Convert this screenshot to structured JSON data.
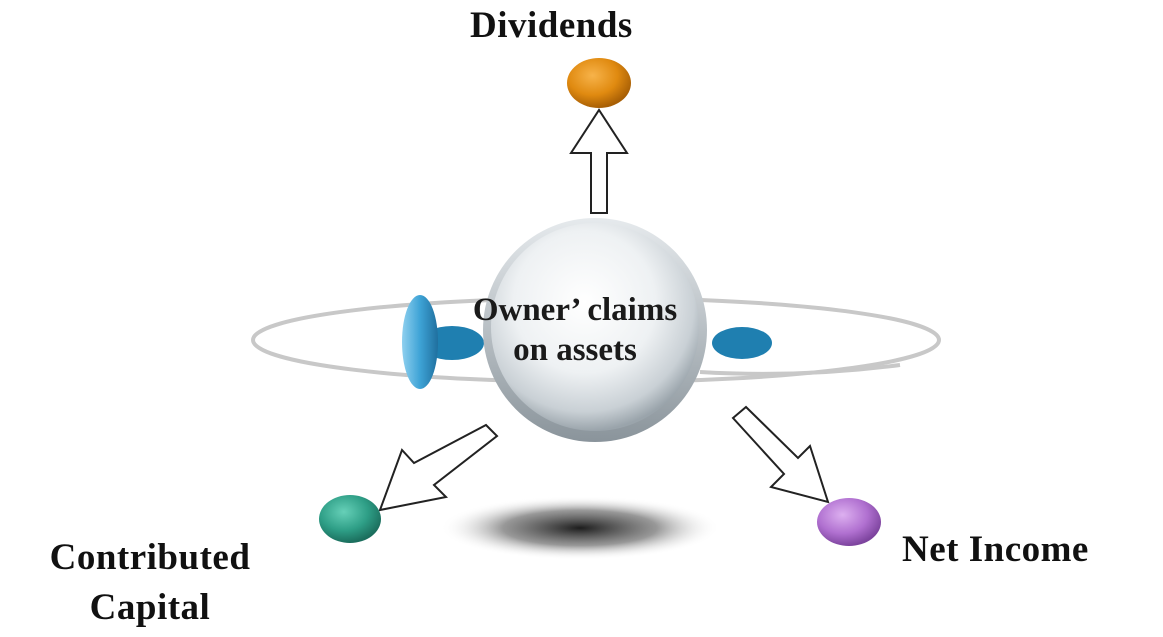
{
  "center": {
    "text": "Owner’ claims on assets"
  },
  "nodes": {
    "dividends": {
      "label": "Dividends",
      "color": "#e08a10"
    },
    "contributed_capital": {
      "label": "Contributed Capital",
      "color": "#2e9e86"
    },
    "net_income": {
      "label": "Net Income",
      "color": "#b070d0"
    }
  },
  "colors": {
    "ring": "#c8c8c8",
    "accent_blue": "#2f8fc0"
  }
}
